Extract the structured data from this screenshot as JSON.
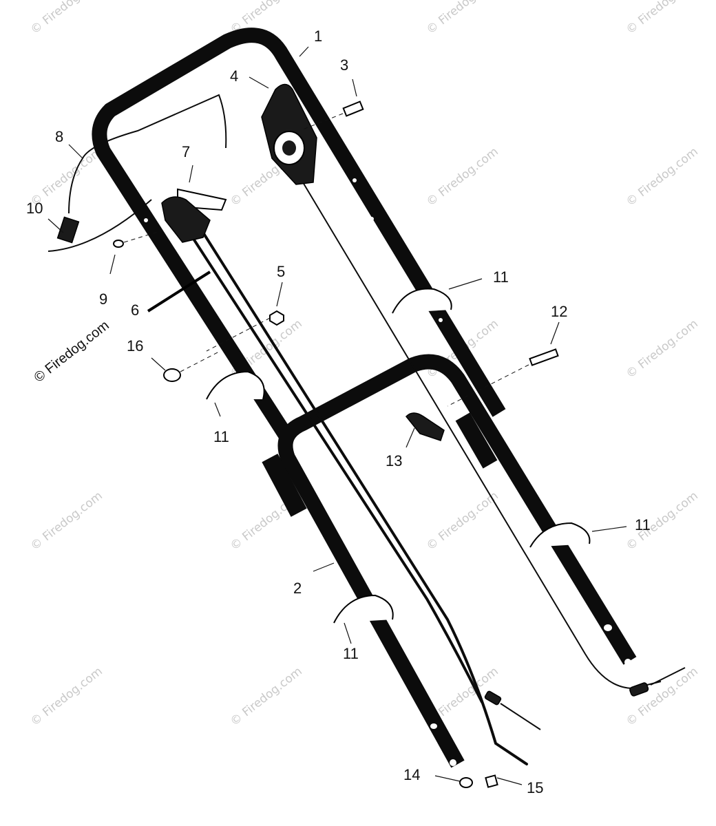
{
  "diagram": {
    "callouts": [
      {
        "id": "c1",
        "label": "1"
      },
      {
        "id": "c2",
        "label": "2"
      },
      {
        "id": "c3",
        "label": "3"
      },
      {
        "id": "c4",
        "label": "4"
      },
      {
        "id": "c5",
        "label": "5"
      },
      {
        "id": "c6",
        "label": "6"
      },
      {
        "id": "c7",
        "label": "7"
      },
      {
        "id": "c8",
        "label": "8"
      },
      {
        "id": "c9",
        "label": "9"
      },
      {
        "id": "c10",
        "label": "10"
      },
      {
        "id": "c11a",
        "label": "11"
      },
      {
        "id": "c11b",
        "label": "11"
      },
      {
        "id": "c11c",
        "label": "11"
      },
      {
        "id": "c11d",
        "label": "11"
      },
      {
        "id": "c12",
        "label": "12"
      },
      {
        "id": "c13",
        "label": "13"
      },
      {
        "id": "c14",
        "label": "14"
      },
      {
        "id": "c15",
        "label": "15"
      },
      {
        "id": "c16",
        "label": "16"
      }
    ],
    "watermark": "© Firedog.com"
  }
}
